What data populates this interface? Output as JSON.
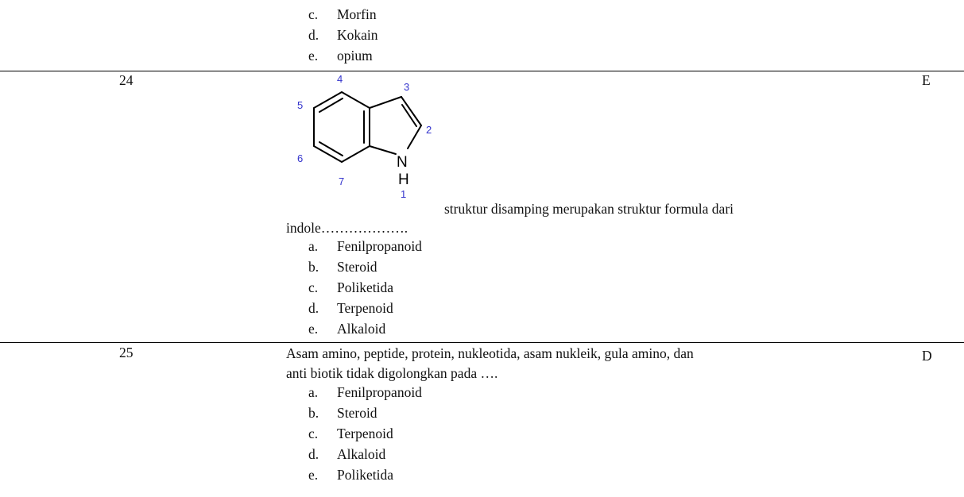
{
  "top_options": [
    {
      "letter": "c.",
      "text": "Morfin"
    },
    {
      "letter": "d.",
      "text": "Kokain"
    },
    {
      "letter": "e.",
      "text": "opium"
    }
  ],
  "q24": {
    "number": "24",
    "answer": "E",
    "question_line1": "struktur disamping merupakan struktur formula dari",
    "question_line2": "indole……………….",
    "atom_labels": {
      "n1": "1",
      "n2": "2",
      "n3": "3",
      "n4": "4",
      "n5": "5",
      "n6": "6",
      "n7": "7",
      "N": "N",
      "H": "H"
    },
    "label_color": "#3333cc",
    "options": [
      {
        "letter": "a.",
        "text": "Fenilpropanoid"
      },
      {
        "letter": "b.",
        "text": "Steroid"
      },
      {
        "letter": "c.",
        "text": "Poliketida"
      },
      {
        "letter": "d.",
        "text": "Terpenoid"
      },
      {
        "letter": "e.",
        "text": "Alkaloid"
      }
    ]
  },
  "q25": {
    "number": "25",
    "answer": "D",
    "question_line1": "Asam amino, peptide, protein, nukleotida, asam nukleik, gula amino, dan",
    "question_line2": "anti biotik tidak digolongkan pada ….",
    "options": [
      {
        "letter": "a.",
        "text": "Fenilpropanoid"
      },
      {
        "letter": "b.",
        "text": "Steroid"
      },
      {
        "letter": "c.",
        "text": "Terpenoid"
      },
      {
        "letter": "d.",
        "text": "Alkaloid"
      },
      {
        "letter": "e.",
        "text": "Poliketida"
      }
    ]
  }
}
